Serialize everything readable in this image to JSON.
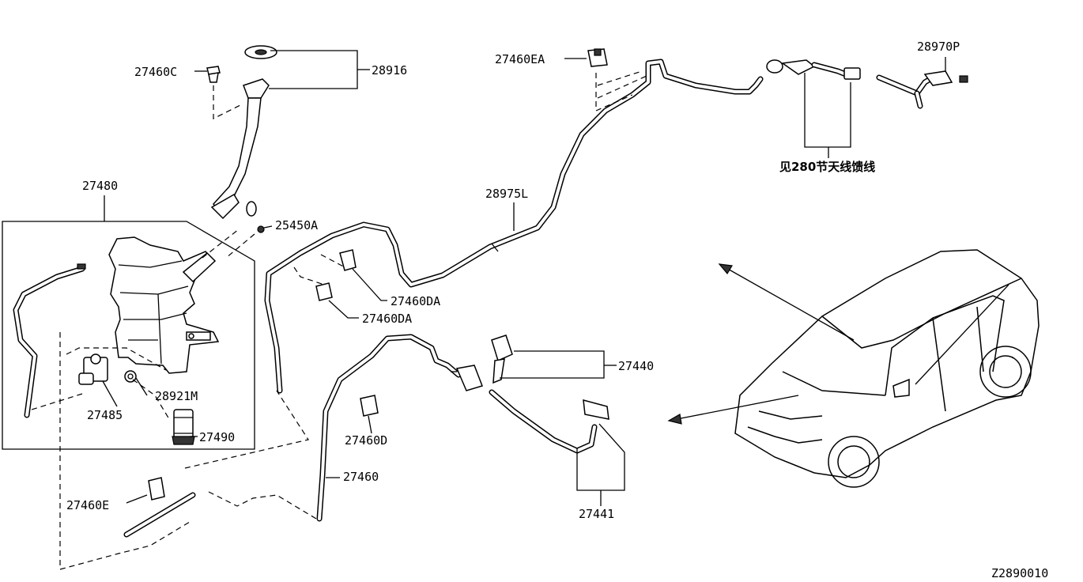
{
  "diagram": {
    "part_labels": {
      "p27460C": "27460C",
      "p28916": "28916",
      "p27480": "27480",
      "p25450A": "25450A",
      "p28921M": "28921M",
      "p27485": "27485",
      "p27490": "27490",
      "p27460E": "27460E",
      "p27460EA": "27460EA",
      "p28975L": "28975L",
      "p27460DA_1": "27460DA",
      "p27460DA_2": "27460DA",
      "p27460D": "27460D",
      "p27460": "27460",
      "p27440": "27440",
      "p27441": "27441",
      "p28970P": "28970P"
    },
    "reference_note": "见280节天线馈线",
    "diagram_code": "Z2890010"
  }
}
